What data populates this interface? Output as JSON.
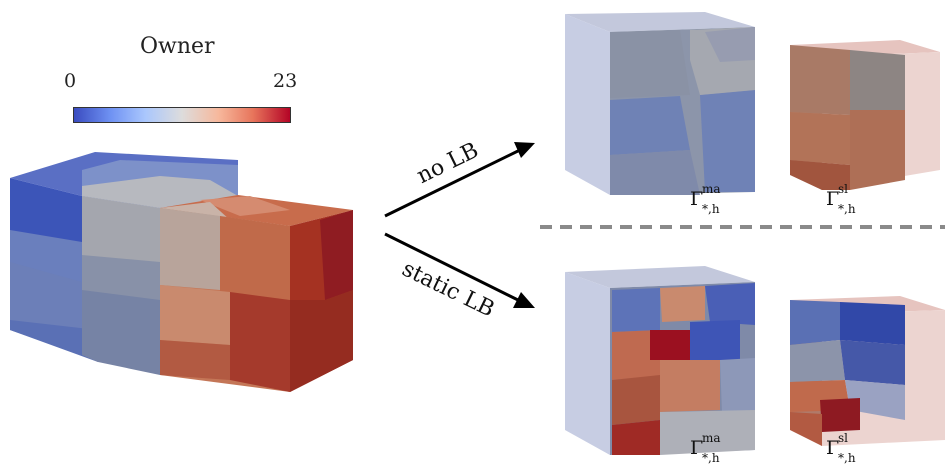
{
  "colorbar": {
    "title": "Owner",
    "min_label": "0",
    "max_label": "23",
    "colors": [
      "#3a4cc0",
      "#6f92f3",
      "#aac7fd",
      "#dddcdc",
      "#f7b89c",
      "#e7745b",
      "#b40426"
    ]
  },
  "arrows": {
    "top_label": "no LB",
    "bottom_label": "static LB"
  },
  "labels": {
    "gamma_symbol": "Γ",
    "master_sup": "ma",
    "slave_sup": "sl",
    "sub": "*,h"
  }
}
